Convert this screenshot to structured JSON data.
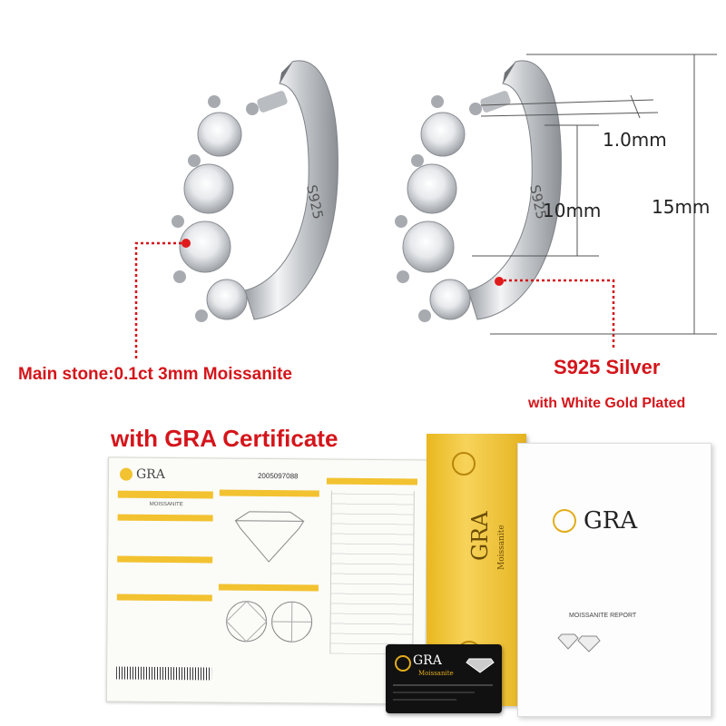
{
  "annotations": {
    "main_stone": "Main stone:0.1ct 3mm Moissanite",
    "material": "S925 Silver",
    "plating": "with White Gold Plated",
    "certificate_heading": "with GRA Certificate"
  },
  "dimensions": {
    "thickness": "1.0mm",
    "inner": "10mm",
    "outer": "15mm"
  },
  "earring_stamp": "S925",
  "certificate": {
    "brand": "GRA",
    "report_number": "2005097088",
    "stone_type": "MOISSANITE",
    "report_title": "MOISSANITE REPORT",
    "folder_brand": "GRA",
    "folder_sub": "Moissanite",
    "card_brand": "GRA",
    "card_sub": "Moissanite"
  },
  "colors": {
    "accent_red": "#d4151b",
    "gold": "#f2c230",
    "silver": "#cfd2d6"
  }
}
